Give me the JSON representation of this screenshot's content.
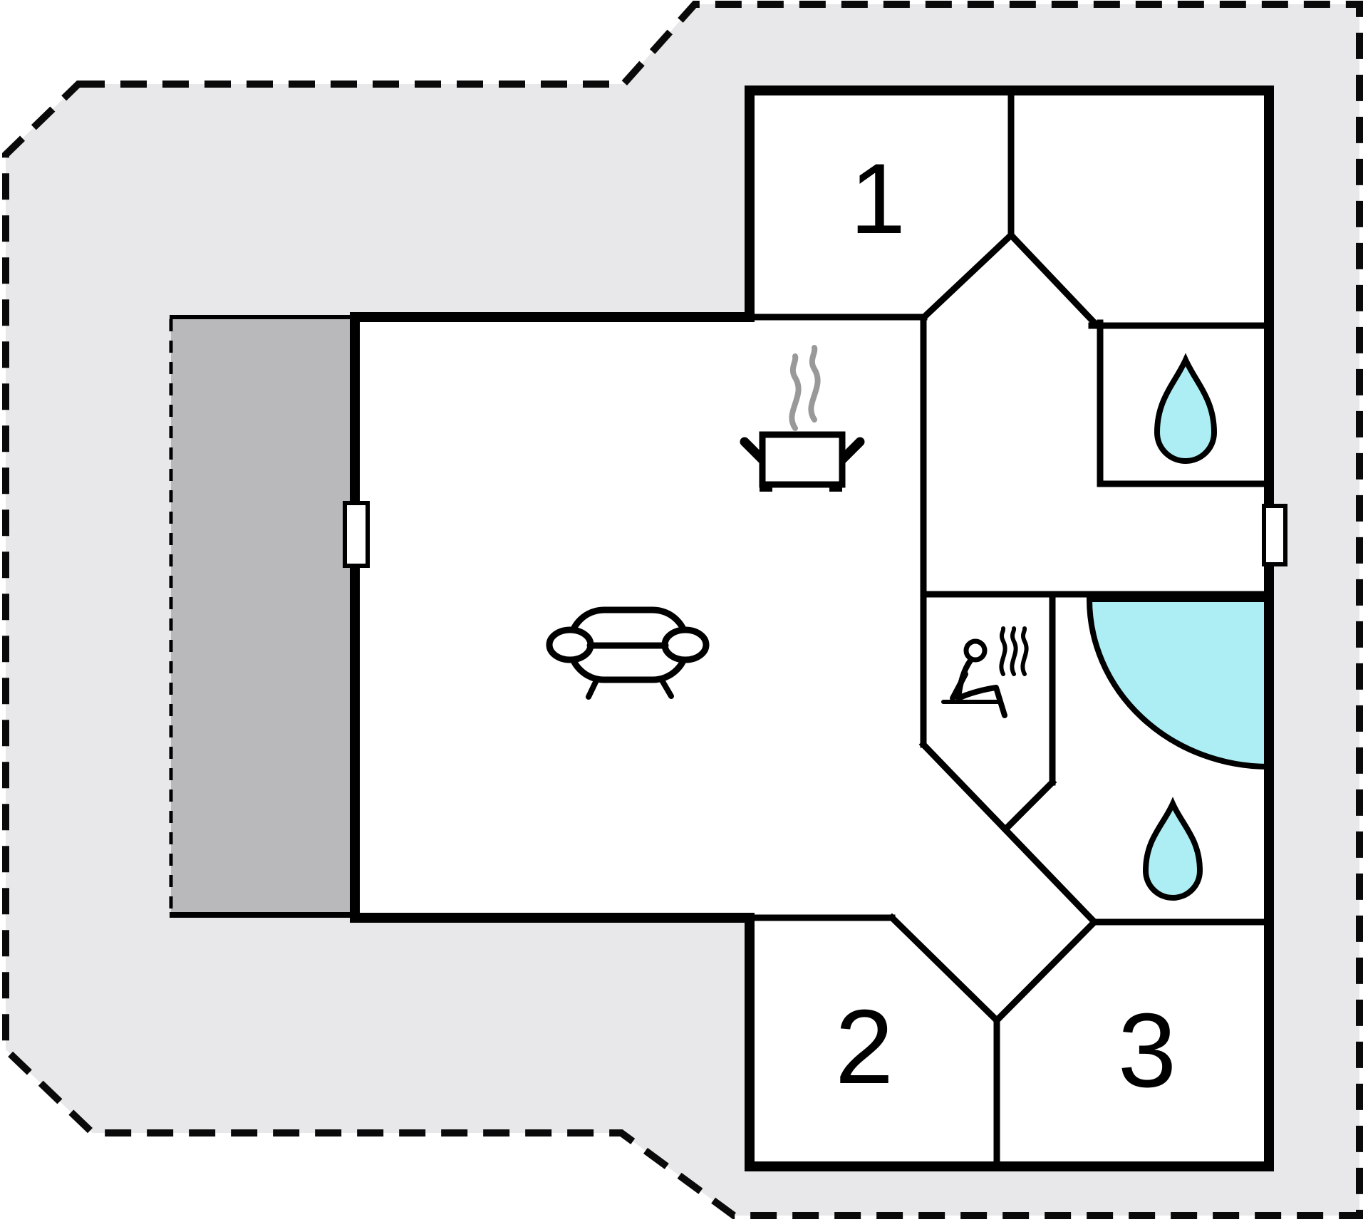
{
  "plan": {
    "rooms": [
      {
        "id": "bedroom-1",
        "label": "1"
      },
      {
        "id": "bedroom-2",
        "label": "2"
      },
      {
        "id": "bedroom-3",
        "label": "3"
      }
    ],
    "icons": {
      "kitchen": "cooking-pot-icon",
      "living_room": "sofa-icon",
      "sauna": "sauna-person-icon",
      "shower_room_top": "water-drop-icon",
      "bathroom_lower": "water-drop-icon",
      "spa_corner": "corner-bathtub-icon",
      "left_wall_opening": "door-marker",
      "right_wall_opening": "door-marker",
      "plot_edge": "dashed-boundary"
    },
    "colors": {
      "plot": "#e8e8ea",
      "terrace": "#b9b9bb",
      "wall": "#000000",
      "boundary": "#0a0a0a",
      "water": "#adeef4",
      "room": "#ffffff",
      "steam": "#999999"
    }
  }
}
